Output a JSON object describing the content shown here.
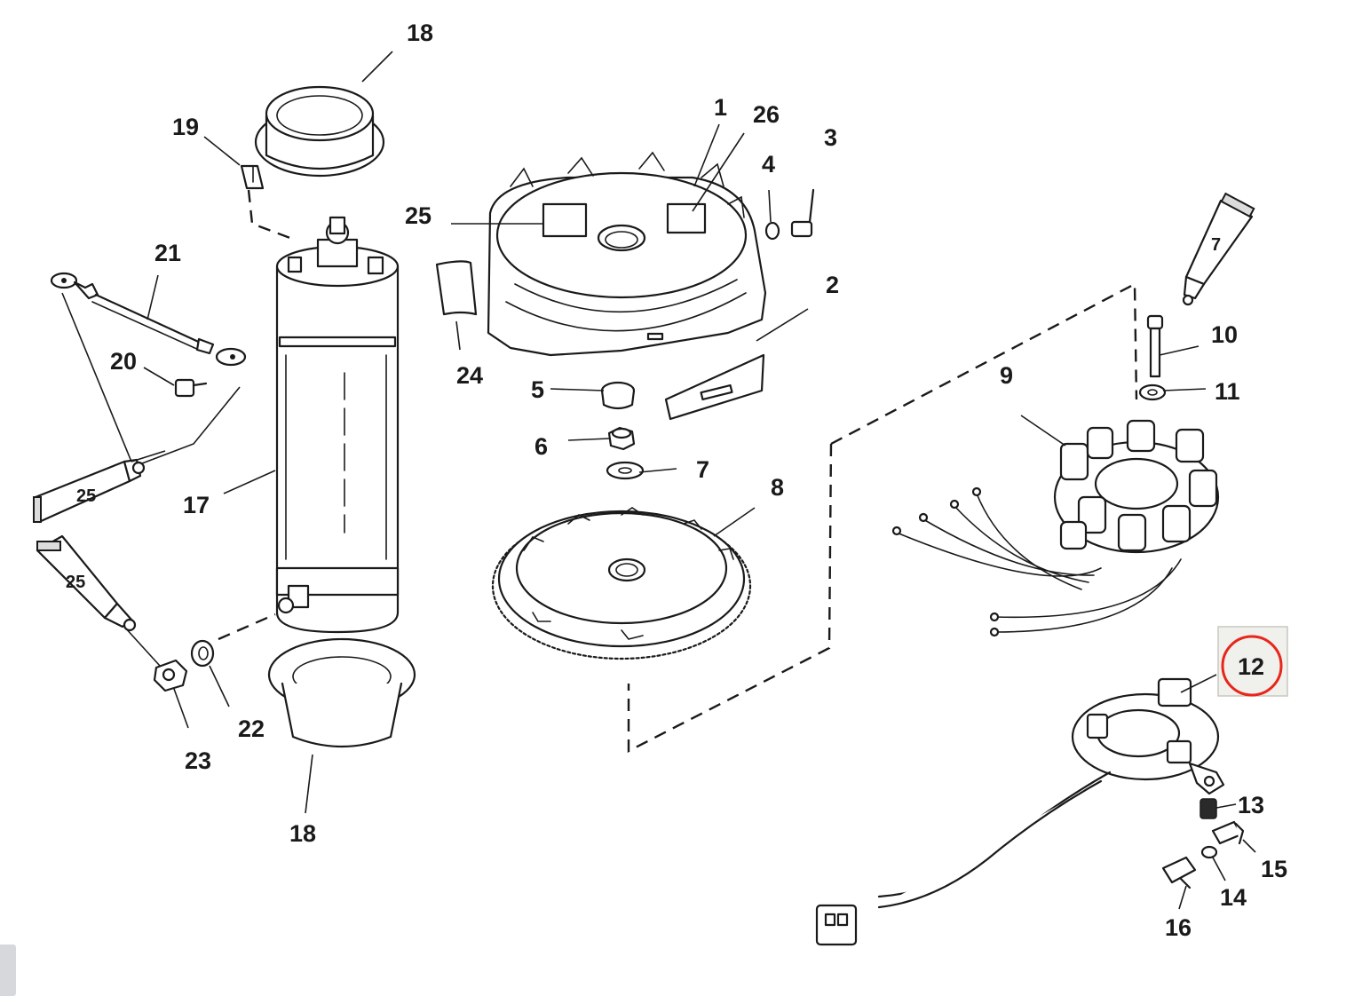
{
  "callouts": {
    "c1": "1",
    "c2": "2",
    "c3": "3",
    "c4": "4",
    "c5": "5",
    "c6": "6",
    "c7": "7",
    "c7b": "7",
    "c8": "8",
    "c9": "9",
    "c10": "10",
    "c11": "11",
    "c12": "12",
    "c13": "13",
    "c14": "14",
    "c15": "15",
    "c16": "16",
    "c17": "17",
    "c18a": "18",
    "c18b": "18",
    "c19": "19",
    "c20": "20",
    "c21": "21",
    "c22": "22",
    "c23": "23",
    "c24": "24",
    "c25": "25",
    "c26": "26"
  },
  "tube_labels": {
    "t7": "7",
    "t25a": "25",
    "t25b": "25"
  },
  "highlight": {
    "part": "12",
    "ring_color": "#e8261a"
  }
}
